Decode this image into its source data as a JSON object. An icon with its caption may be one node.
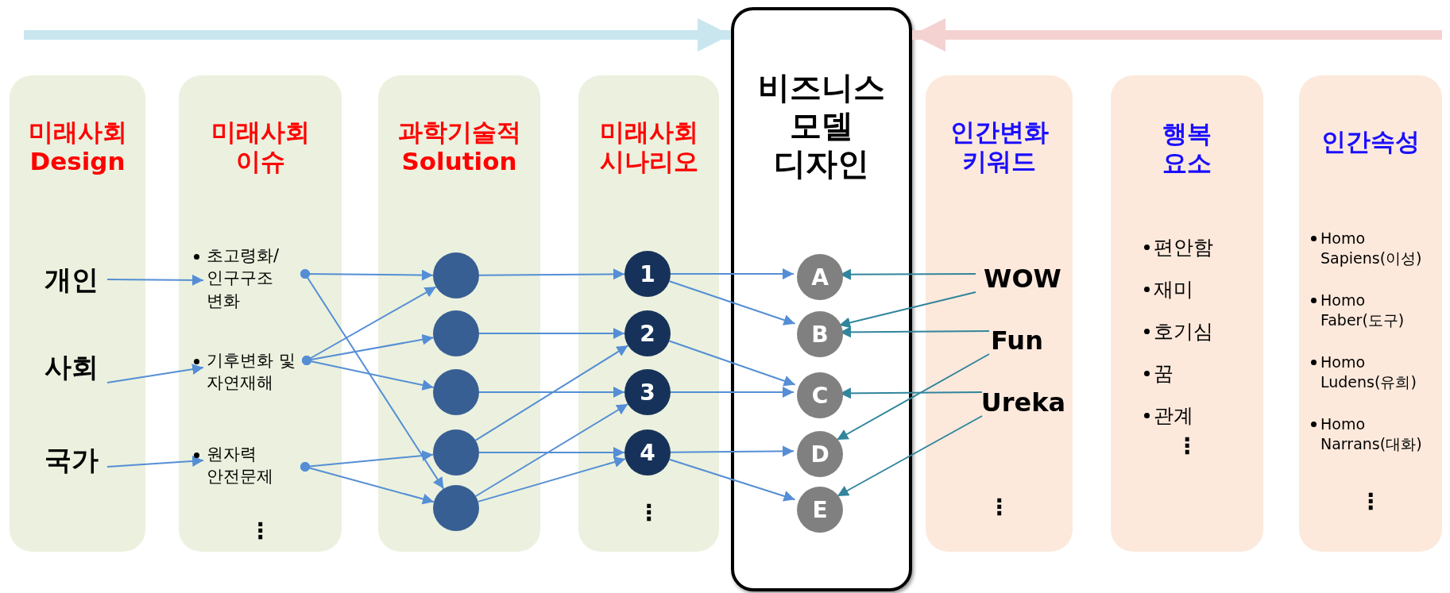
{
  "diagram": {
    "nodes": [
      {
        "text": [
          "미래사회 Design"
        ]
      },
      {
        "text": [
          "개인"
        ],
        "in": 0
      },
      {
        "text": [
          "사회"
        ],
        "in": 0
      },
      {
        "text": [
          "국가"
        ],
        "in": 0
      },
      {
        "text": [
          "미래사회 이슈",
          "⋮"
        ]
      },
      {
        "text": [
          "초고령화/ 인구구조 변화"
        ],
        "in": 4
      },
      {
        "text": [
          "기후변화 및 자연재해"
        ],
        "in": 4
      },
      {
        "text": [
          "원자력 안전문제"
        ],
        "in": 4
      },
      {
        "text": [
          "과학기술적 Solution"
        ]
      },
      {
        "text": [],
        "shape": "circle",
        "in": 8
      },
      {
        "text": [],
        "shape": "circle",
        "in": 8
      },
      {
        "text": [],
        "shape": "circle",
        "in": 8
      },
      {
        "text": [],
        "shape": "circle",
        "in": 8
      },
      {
        "text": [],
        "shape": "circle",
        "in": 8
      },
      {
        "text": [
          "미래사회 시나리오",
          "⋮"
        ]
      },
      {
        "text": [
          "1"
        ],
        "in": 14
      },
      {
        "text": [
          "2"
        ],
        "in": 14
      },
      {
        "text": [
          "3"
        ],
        "in": 14
      },
      {
        "text": [
          "4"
        ],
        "in": 14
      },
      {
        "text": [
          "비즈니스 모델 디자인"
        ]
      },
      {
        "text": [
          "A"
        ],
        "in": 19
      },
      {
        "text": [
          "B"
        ],
        "in": 19
      },
      {
        "text": [
          "C"
        ],
        "in": 19
      },
      {
        "text": [
          "D"
        ],
        "in": 19
      },
      {
        "text": [
          "E"
        ],
        "in": 19
      },
      {
        "text": [
          "인간변화 키워드",
          "⋮"
        ]
      },
      {
        "text": [
          "WOW"
        ],
        "in": 25
      },
      {
        "text": [
          "Fun"
        ],
        "in": 25
      },
      {
        "text": [
          "Ureka"
        ],
        "in": 25
      },
      {
        "text": [
          "행복 요소",
          "편안함",
          "재미",
          "호기심",
          "꿈",
          "관계",
          "⋮"
        ]
      },
      {
        "text": [
          "인간속성",
          "Homo Sapiens(이성)",
          "Homo Faber(도구)",
          "Homo Ludens(유희)",
          "Homo Narrans(대화)",
          "⋮"
        ]
      }
    ],
    "edges": [
      {
        "from": null,
        "to": 19,
        "arrow": "to",
        "style": "thick",
        "color": "#c9e6ef"
      },
      {
        "from": null,
        "to": 19,
        "arrow": "to",
        "style": "thick",
        "color": "#f4d2d2"
      },
      {
        "from": 1,
        "to": 5,
        "arrow": "to"
      },
      {
        "from": 2,
        "to": 6,
        "arrow": "to"
      },
      {
        "from": 3,
        "to": 7,
        "arrow": "to"
      },
      {
        "from": 5,
        "to": 9,
        "arrow": "to"
      },
      {
        "from": 5,
        "to": 13,
        "arrow": "to"
      },
      {
        "from": 6,
        "to": 9,
        "arrow": "to"
      },
      {
        "from": 6,
        "to": 10,
        "arrow": "to"
      },
      {
        "from": 6,
        "to": 11,
        "arrow": "to"
      },
      {
        "from": 7,
        "to": 12,
        "arrow": "to"
      },
      {
        "from": 7,
        "to": 13,
        "arrow": "to"
      },
      {
        "from": 9,
        "to": 15,
        "arrow": "to"
      },
      {
        "from": 10,
        "to": 16,
        "arrow": "to"
      },
      {
        "from": 11,
        "to": 17,
        "arrow": "to"
      },
      {
        "from": 12,
        "to": 16,
        "arrow": "to"
      },
      {
        "from": 12,
        "to": 18,
        "arrow": "to"
      },
      {
        "from": 13,
        "to": 17,
        "arrow": "to"
      },
      {
        "from": 13,
        "to": 18,
        "arrow": "to"
      },
      {
        "from": 15,
        "to": 20,
        "arrow": "to"
      },
      {
        "from": 15,
        "to": 21,
        "arrow": "to"
      },
      {
        "from": 16,
        "to": 22,
        "arrow": "to"
      },
      {
        "from": 17,
        "to": 22,
        "arrow": "to"
      },
      {
        "from": 18,
        "to": 23,
        "arrow": "to"
      },
      {
        "from": 18,
        "to": 24,
        "arrow": "to"
      },
      {
        "from": 26,
        "to": 20,
        "arrow": "to",
        "color": "#31859c"
      },
      {
        "from": 26,
        "to": 21,
        "arrow": "to",
        "color": "#31859c"
      },
      {
        "from": 27,
        "to": 21,
        "arrow": "to",
        "color": "#31859c"
      },
      {
        "from": 27,
        "to": 23,
        "arrow": "to",
        "color": "#31859c"
      },
      {
        "from": 28,
        "to": 22,
        "arrow": "to",
        "color": "#31859c"
      },
      {
        "from": 28,
        "to": 24,
        "arrow": "to",
        "color": "#31859c"
      }
    ]
  }
}
